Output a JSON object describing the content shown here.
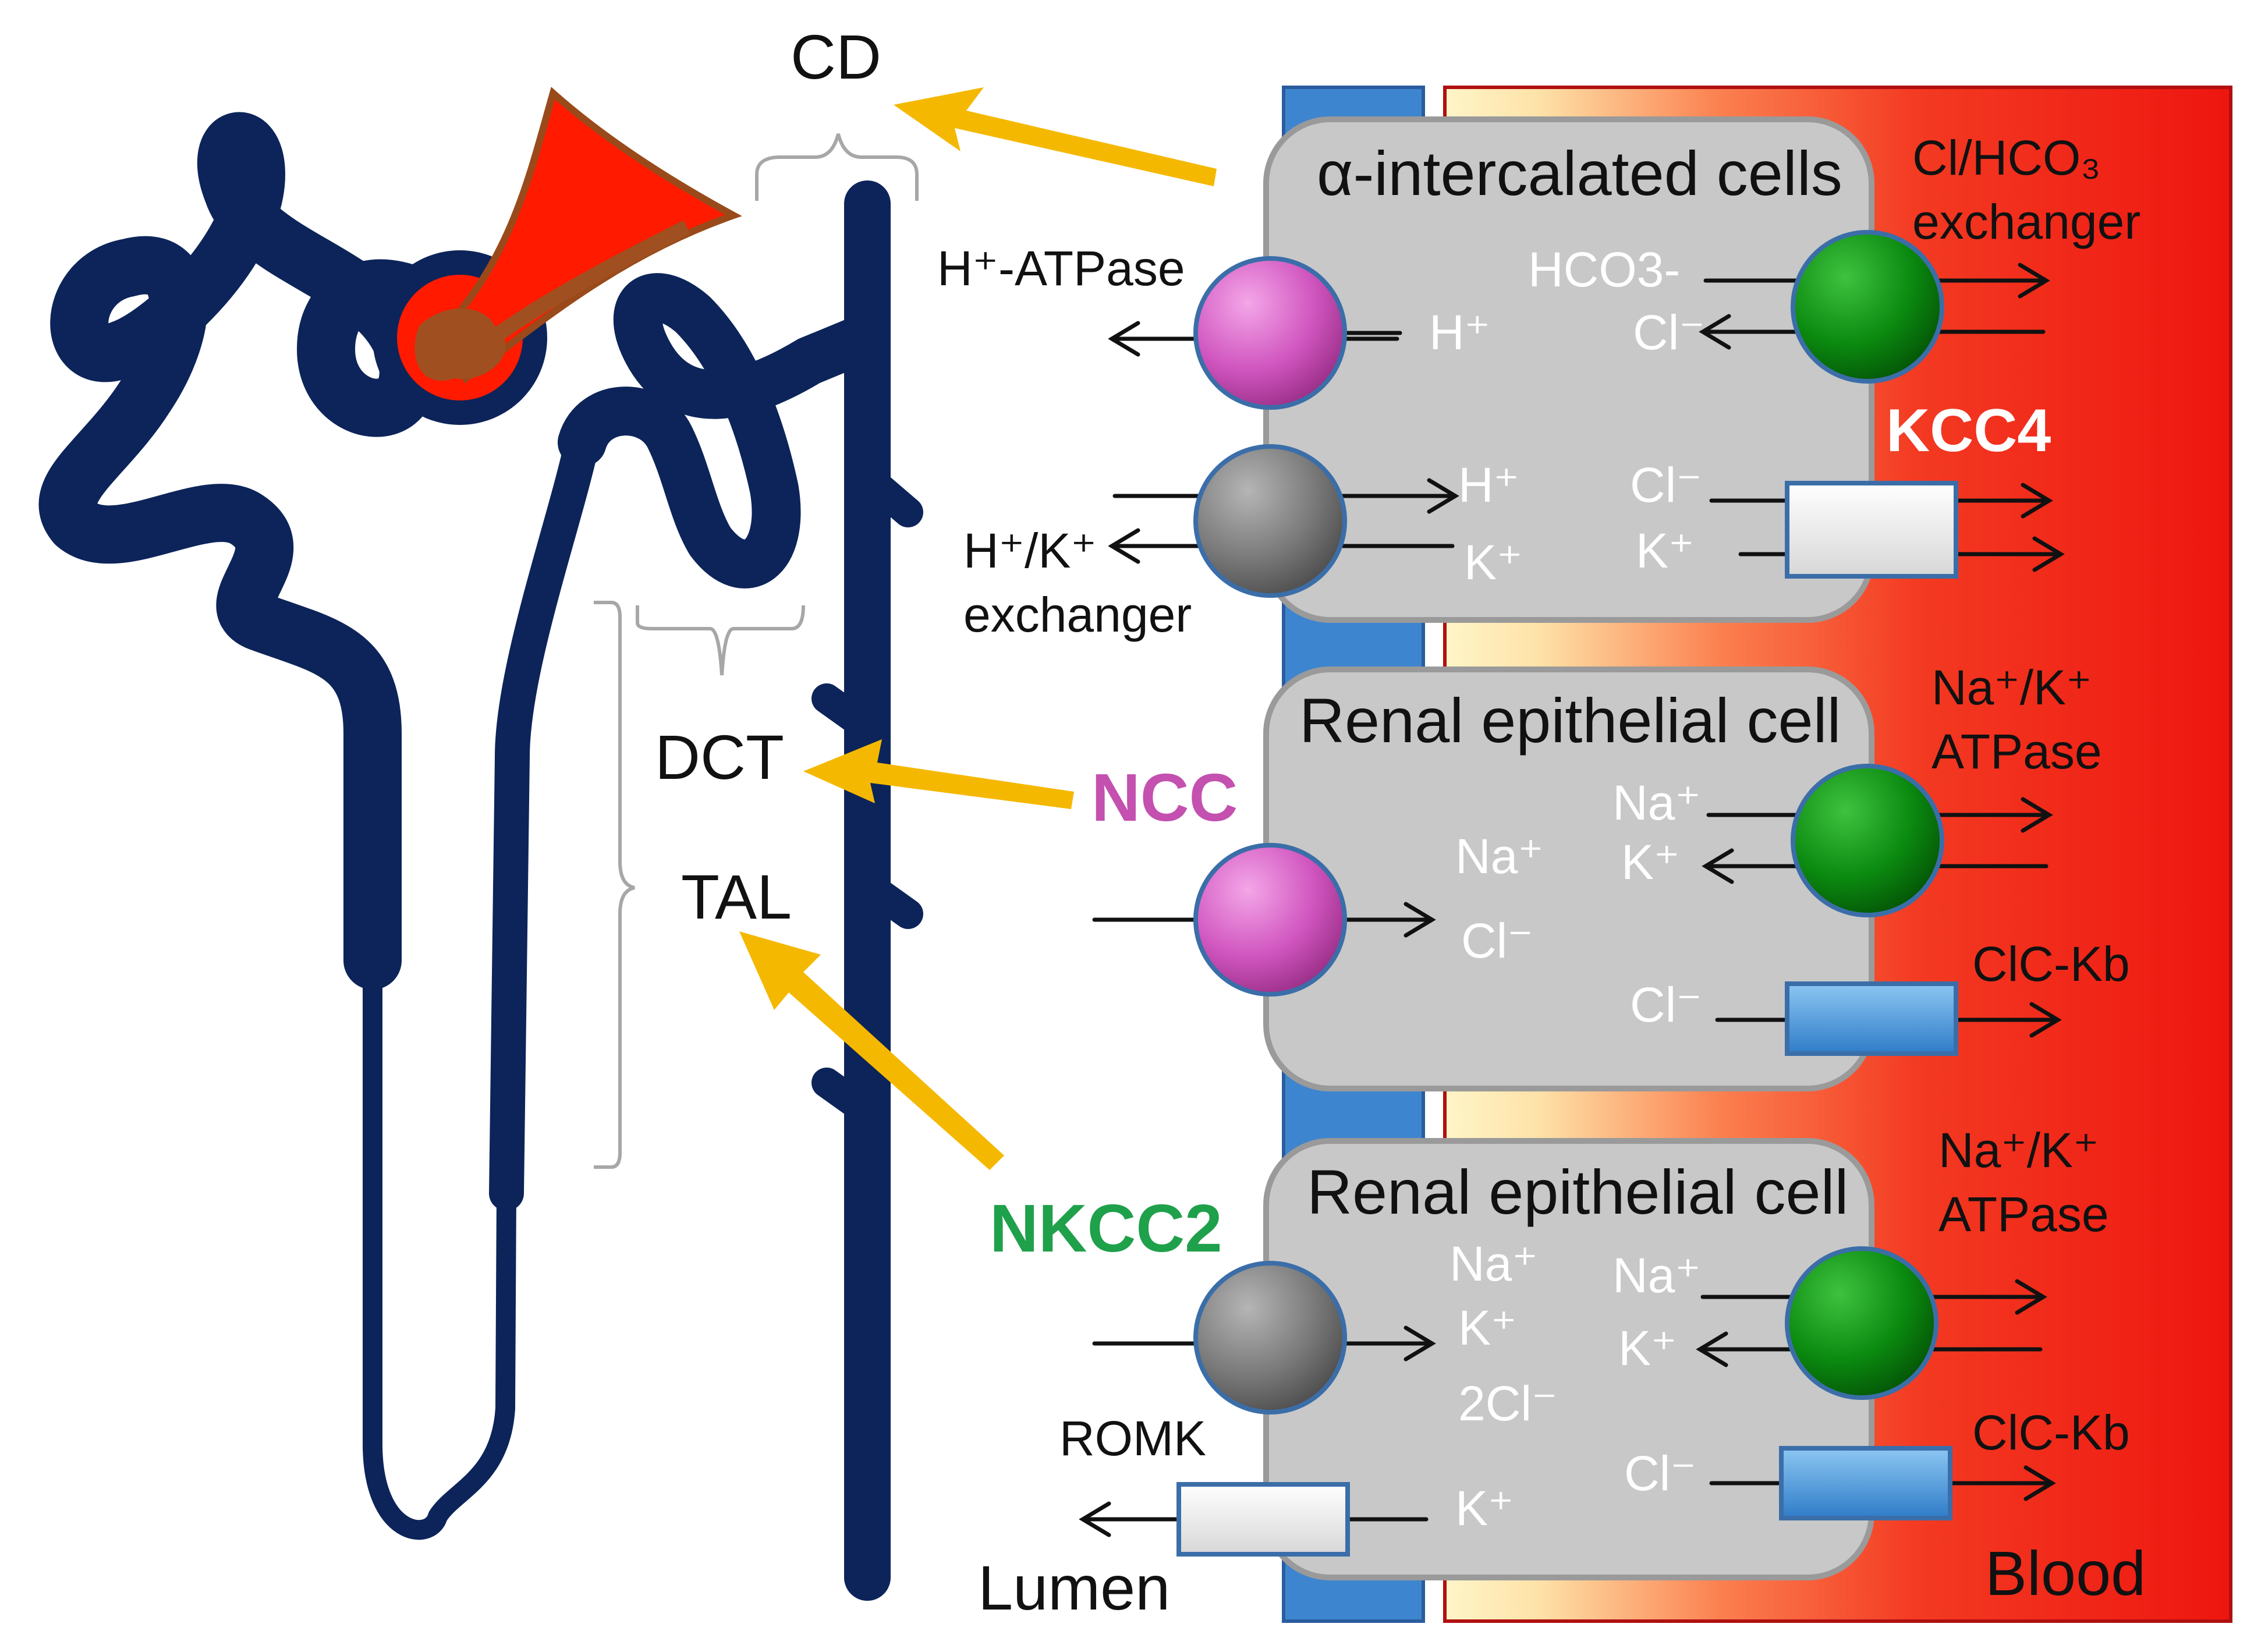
{
  "colors": {
    "nephron": "#0c2459",
    "glomerulus": "#ff1a00",
    "capillary": "#a05020",
    "arrow_orange": "#f5b800",
    "ncc": "#c450b0",
    "nkcc2": "#1fa04a",
    "cell_fill": "#c8c8c8",
    "pink_transporter": "#d55ac3",
    "gray_transporter": "#777777",
    "green_transporter": "#0b8a10",
    "blue_channel": "#4a9ad8",
    "white_channel": "#f3f3f3",
    "membrane_blue": "#3e85cf",
    "blood_red": "#f01810"
  },
  "labels": {
    "cd": "CD",
    "dct": "DCT",
    "tal": "TAL",
    "ncc": "NCC",
    "nkcc2": "NKCC2",
    "kcc4": "KCC4",
    "lumen": "Lumen",
    "blood": "Blood",
    "romk": "ROMK",
    "h_atpase": "H⁺-ATPase",
    "hk_exchanger_1": "H⁺/K⁺",
    "hk_exchanger_2": "exchanger",
    "cl_hco3_1": "Cl/HCO₃",
    "cl_hco3_2": "exchanger",
    "nak_atpase_1": "Na⁺/K⁺",
    "nak_atpase_2": "ATPase",
    "clc_kb": "ClC-Kb"
  },
  "cells": {
    "intercalated_title": "α-intercalated cells",
    "renal_title": "Renal epithelial cell"
  },
  "ions": {
    "h": "H⁺",
    "k": "K⁺",
    "na": "Na⁺",
    "cl": "Cl⁻",
    "two_cl": "2Cl⁻",
    "hco3": "HCO3-"
  }
}
